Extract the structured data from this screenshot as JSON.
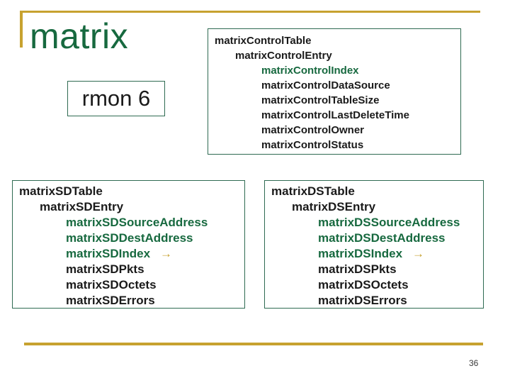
{
  "page": {
    "title": "matrix",
    "tag_label": "rmon 6",
    "page_number": "36"
  },
  "icons": {
    "arrow": "→"
  },
  "colors": {
    "gold": "#C7A230",
    "green": "#17693F",
    "black": "#1A1A1A",
    "box_border": "#2F6B52"
  },
  "boxes": {
    "control": {
      "items": [
        {
          "text": "matrixControlTable",
          "indent": 0,
          "color": "black"
        },
        {
          "text": "matrixControlEntry",
          "indent": 1,
          "color": "black"
        },
        {
          "text": "matrixControlIndex",
          "indent": 2,
          "color": "green"
        },
        {
          "text": "matrixControlDataSource",
          "indent": 2,
          "color": "black"
        },
        {
          "text": "matrixControlTableSize",
          "indent": 2,
          "color": "black"
        },
        {
          "text": "matrixControlLastDeleteTime",
          "indent": 2,
          "color": "black"
        },
        {
          "text": "matrixControlOwner",
          "indent": 2,
          "color": "black"
        },
        {
          "text": "matrixControlStatus",
          "indent": 2,
          "color": "black"
        }
      ]
    },
    "sd": {
      "items": [
        {
          "text": "matrixSDTable",
          "indent": 0,
          "color": "black"
        },
        {
          "text": "matrixSDEntry",
          "indent": 1,
          "color": "black"
        },
        {
          "text": "matrixSDSourceAddress",
          "indent": 2,
          "color": "green"
        },
        {
          "text": "matrixSDDestAddress",
          "indent": 2,
          "color": "green"
        },
        {
          "text": "matrixSDIndex",
          "indent": 2,
          "color": "green",
          "arrow": true
        },
        {
          "text": "matrixSDPkts",
          "indent": 2,
          "color": "black"
        },
        {
          "text": "matrixSDOctets",
          "indent": 2,
          "color": "black"
        },
        {
          "text": "matrixSDErrors",
          "indent": 2,
          "color": "black"
        }
      ]
    },
    "ds": {
      "items": [
        {
          "text": "matrixDSTable",
          "indent": 0,
          "color": "black"
        },
        {
          "text": "matrixDSEntry",
          "indent": 1,
          "color": "black"
        },
        {
          "text": "matrixDSSourceAddress",
          "indent": 2,
          "color": "green"
        },
        {
          "text": "matrixDSDestAddress",
          "indent": 2,
          "color": "green"
        },
        {
          "text": "matrixDSIndex",
          "indent": 2,
          "color": "green",
          "arrow": true
        },
        {
          "text": "matrixDSPkts",
          "indent": 2,
          "color": "black"
        },
        {
          "text": "matrixDSOctets",
          "indent": 2,
          "color": "black"
        },
        {
          "text": "matrixDSErrors",
          "indent": 2,
          "color": "black"
        }
      ]
    }
  }
}
